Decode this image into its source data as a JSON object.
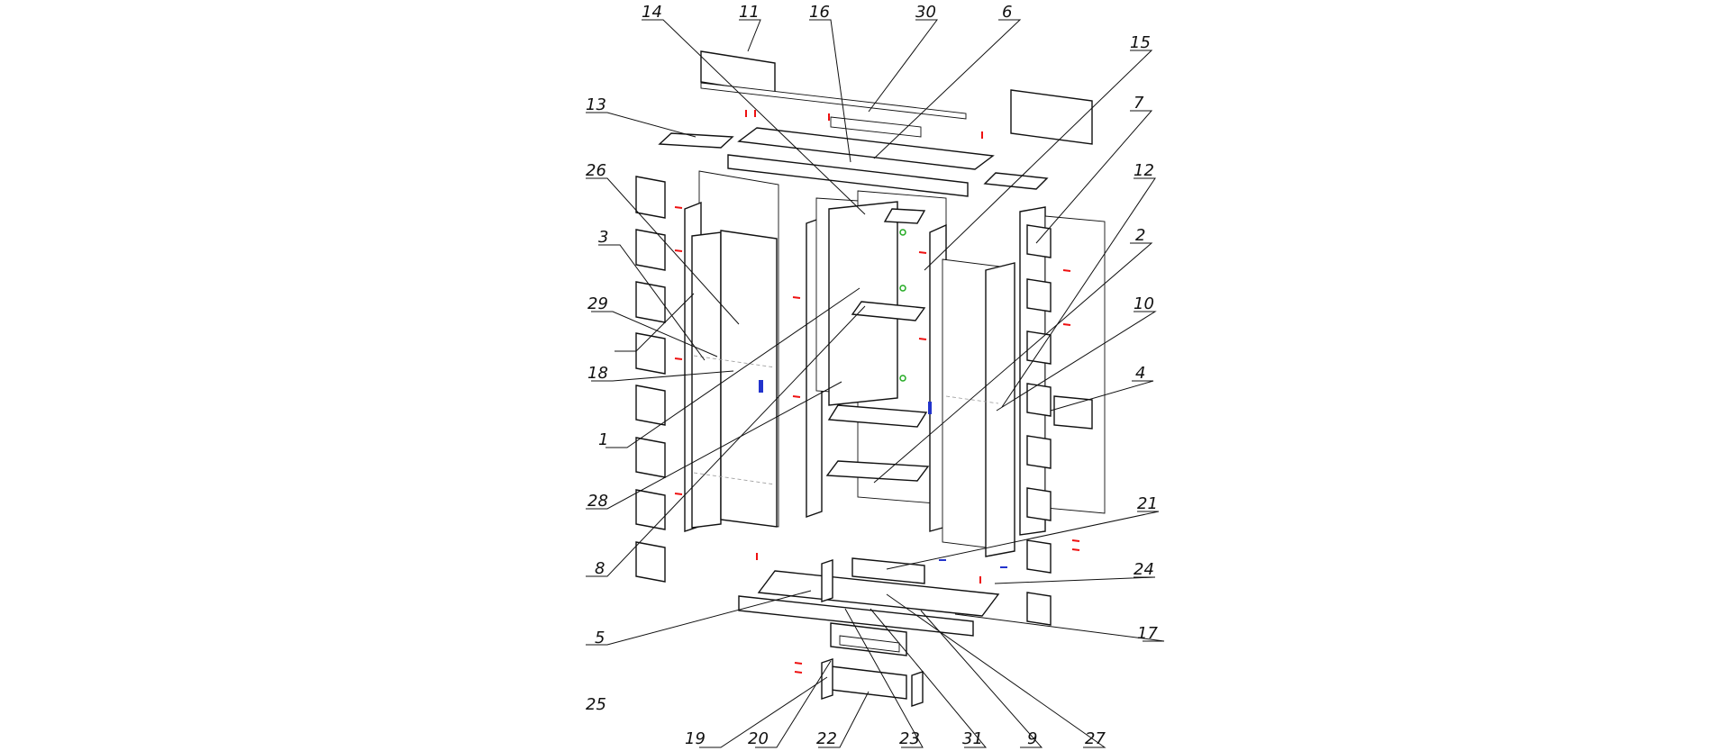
{
  "part_numbers": {
    "p1": "1",
    "p2": "2",
    "p3": "3",
    "p4": "4",
    "p5": "5",
    "p6": "6",
    "p7": "7",
    "p8": "8",
    "p9": "9",
    "p10": "10",
    "p11": "11",
    "p12": "12",
    "p13": "13",
    "p14": "14",
    "p15": "15",
    "p16": "16",
    "p17": "17",
    "p18": "18",
    "p19": "19",
    "p20": "20",
    "p21": "21",
    "p22": "22",
    "p23": "23",
    "p24": "24",
    "p25": "25",
    "p26": "26",
    "p27": "27",
    "p28": "28",
    "p29": "29",
    "p30": "30",
    "p31": "31"
  },
  "colors": {
    "outline": "#111111",
    "fastener": "#ee1111",
    "dowel": "#2233cc",
    "hinge": "#22aa22"
  }
}
